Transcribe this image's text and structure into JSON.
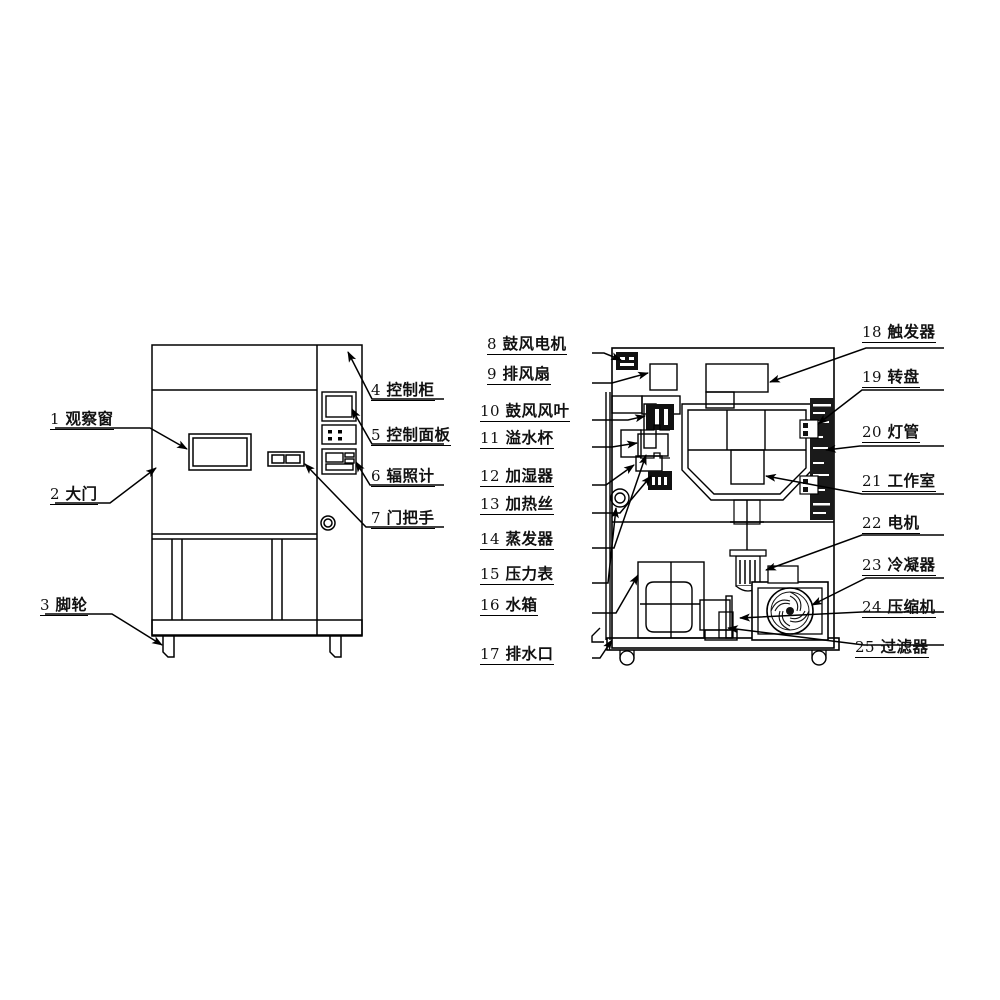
{
  "diagram": {
    "title": "",
    "type": "technical-exploded-diagram",
    "views": [
      {
        "name": "front-view-cabinet",
        "description": "Xenon test chamber exterior front view"
      },
      {
        "name": "cross-section-view",
        "description": "Internal cross-section of test chamber"
      }
    ],
    "colors": {
      "line": "#000000",
      "fill": "#ffffff",
      "dark": "#111111",
      "background": "#ffffff"
    }
  },
  "labels_left": [
    {
      "num": "1",
      "cn": "观察窗"
    },
    {
      "num": "2",
      "cn": "大门"
    },
    {
      "num": "3",
      "cn": "脚轮"
    }
  ],
  "labels_left_right_column": [
    {
      "num": "4",
      "cn": "控制柜"
    },
    {
      "num": "5",
      "cn": "控制面板"
    },
    {
      "num": "6",
      "cn": "辐照计"
    },
    {
      "num": "7",
      "cn": "门把手"
    }
  ],
  "labels_section_left": [
    {
      "num": "8",
      "cn": "鼓风电机"
    },
    {
      "num": "9",
      "cn": "排风扇"
    },
    {
      "num": "10",
      "cn": "鼓风风叶"
    },
    {
      "num": "11",
      "cn": "溢水杯"
    },
    {
      "num": "12",
      "cn": "加湿器"
    },
    {
      "num": "13",
      "cn": "加热丝"
    },
    {
      "num": "14",
      "cn": "蒸发器"
    },
    {
      "num": "15",
      "cn": "压力表"
    },
    {
      "num": "16",
      "cn": "水箱"
    },
    {
      "num": "17",
      "cn": "排水口"
    }
  ],
  "labels_section_right": [
    {
      "num": "18",
      "cn": "触发器"
    },
    {
      "num": "19",
      "cn": "转盘"
    },
    {
      "num": "20",
      "cn": "灯管"
    },
    {
      "num": "21",
      "cn": "工作室"
    },
    {
      "num": "22",
      "cn": "电机"
    },
    {
      "num": "23",
      "cn": "冷凝器"
    },
    {
      "num": "24",
      "cn": "压缩机"
    },
    {
      "num": "25",
      "cn": "过滤器"
    }
  ]
}
